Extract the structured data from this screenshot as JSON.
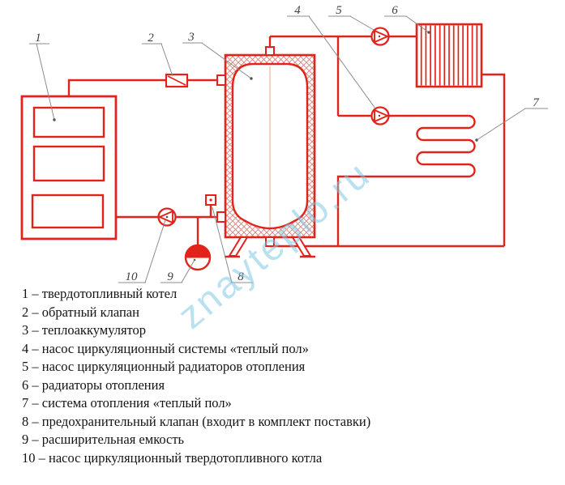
{
  "watermark": {
    "text": "znayteplo.ru"
  },
  "colors": {
    "diagram_red": "#e2231a",
    "hatch_red": "#d4837b",
    "tank_centerline_orange": "#f2a07c",
    "leader_gray": "#8c8c8c",
    "callout_text": "#3f3f3f",
    "legend_text": "#141414",
    "watermark_blue": "rgba(130,200,225,0.55)"
  },
  "callouts": {
    "c1": "1",
    "c2": "2",
    "c3": "3",
    "c4": "4",
    "c5": "5",
    "c6": "6",
    "c7": "7",
    "c8": "8",
    "c9": "9",
    "c10": "10"
  },
  "legend": {
    "items": [
      "1 – твердотопливный котел",
      "2 – обратный клапан",
      "3 – теплоаккумулятор",
      "4 – насос циркуляционный системы «теплый пол»",
      "5 – насос циркуляционный радиаторов отопления",
      "6 – радиаторы отопления",
      "7 – система отопления «теплый пол»",
      "8 – предохранительный клапан (входит в комплект поставки)",
      "9 – расширительная емкость",
      "10 – насос циркуляционный твердотопливного котла"
    ]
  }
}
